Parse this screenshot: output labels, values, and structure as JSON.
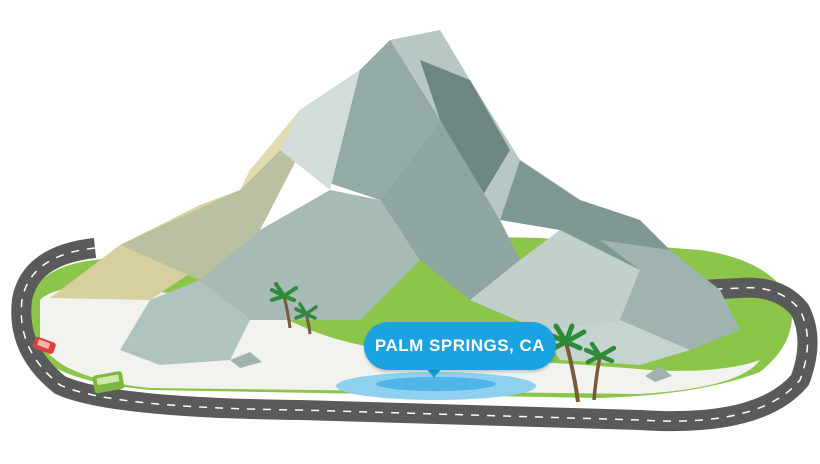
{
  "location_pin": {
    "label": "PALM SPRINGS, CA",
    "color": "#1aa3e0"
  },
  "colors": {
    "road": "#5a5a5a",
    "road_lane": "#ffffff",
    "grass": "#8bc54a",
    "sand": "#f2f2ee",
    "mountain_light": "#b7c7c3",
    "mountain_mid": "#93aaa7",
    "mountain_dark": "#6e8783",
    "mountain_sand": "#d7cf9e",
    "water": "#8fd0ef"
  },
  "vehicles": [
    {
      "name": "red-car",
      "color": "#e0403c"
    },
    {
      "name": "green-van",
      "color": "#7bb840"
    }
  ],
  "icons": [
    "palm-tree-icon",
    "car-icon",
    "van-icon",
    "mountain-icon",
    "location-pin-icon"
  ]
}
